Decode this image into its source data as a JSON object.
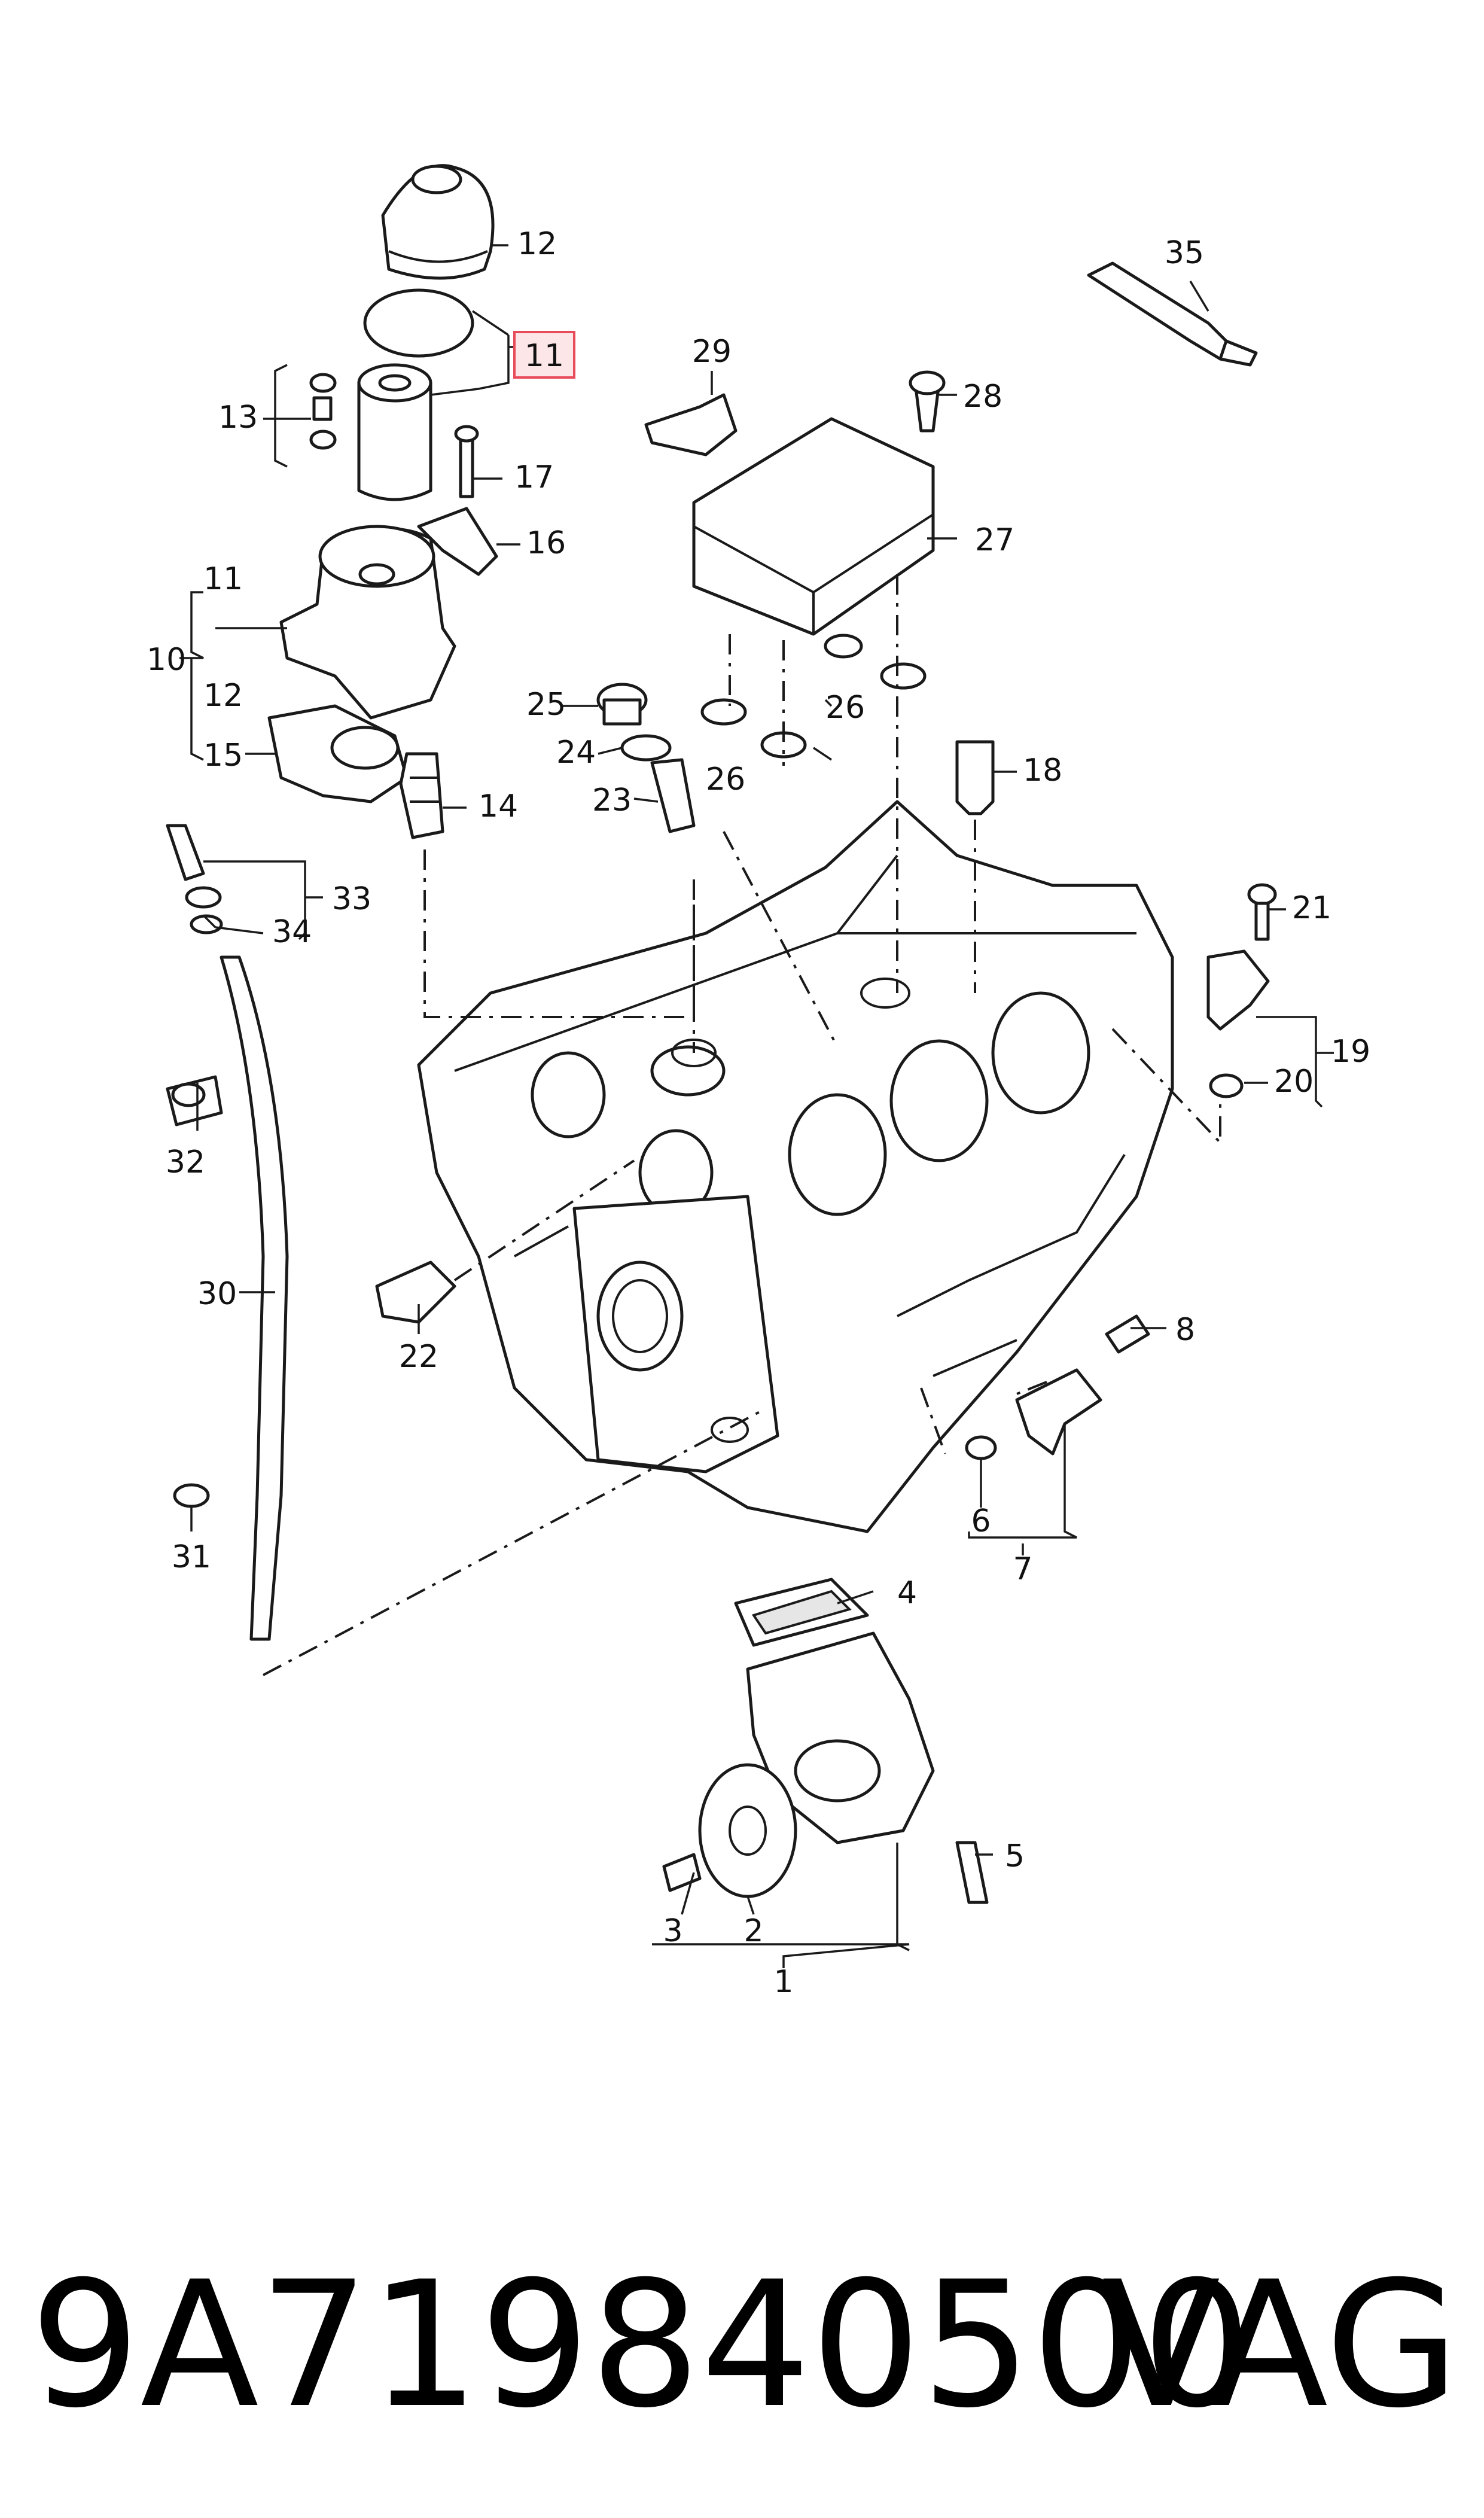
{
  "callouts": {
    "c1": "1",
    "c2": "2",
    "c3": "3",
    "c4": "4",
    "c5": "5",
    "c6": "6",
    "c7": "7",
    "c8": "8",
    "c10": "10",
    "c11": "11",
    "c11b": "11",
    "c12": "12",
    "c12b": "12",
    "c13": "13",
    "c14": "14",
    "c15": "15",
    "c16": "16",
    "c17": "17",
    "c18": "18",
    "c19": "19",
    "c20": "20",
    "c21": "21",
    "c22": "22",
    "c23": "23",
    "c24": "24",
    "c25": "25",
    "c26": "26",
    "c26b": "26",
    "c27": "27",
    "c28": "28",
    "c29": "29",
    "c30": "30",
    "c31": "31",
    "c32": "32",
    "c33": "33",
    "c34": "34",
    "c35": "35"
  },
  "highlight_color": "#e84b5a",
  "footer": {
    "part_number": "9A719840500",
    "brand": "VAG"
  }
}
